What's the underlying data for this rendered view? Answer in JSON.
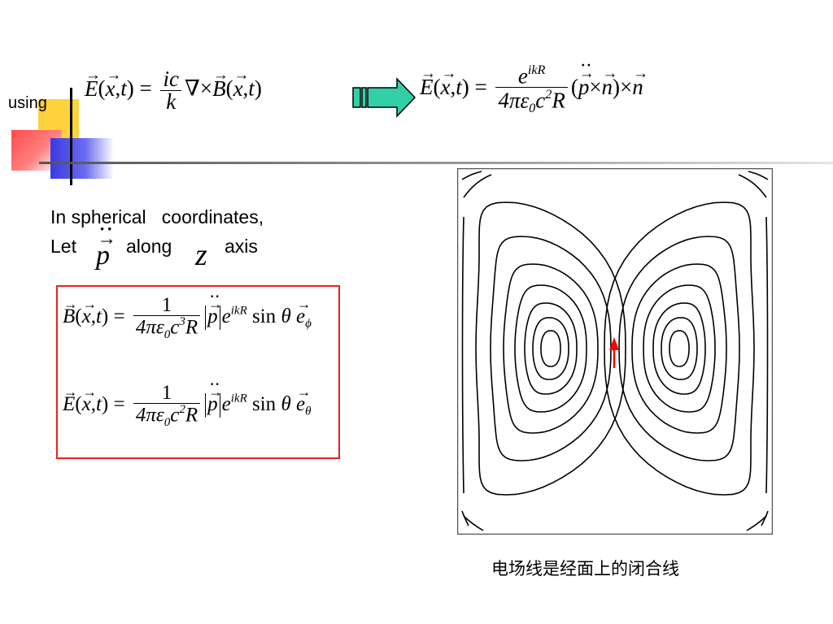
{
  "header": {
    "label": "using",
    "eq_left": {
      "E": "E",
      "x": "x",
      "t": "t",
      "num": "ic",
      "den": "k",
      "nabla": "∇",
      "times": "×",
      "B": "B"
    },
    "eq_right": {
      "E": "E",
      "x": "x",
      "t": "t",
      "num_base": "e",
      "num_sup": "ikR",
      "den_a": "4πε",
      "den_sub": "0",
      "den_b": "c",
      "den_sup": "2",
      "den_c": "R",
      "p": "p",
      "n": "n",
      "times": "×"
    }
  },
  "body": {
    "line1": "In spherical   coordinates,",
    "let": "Let",
    "p_symbol": "p",
    "along": "along",
    "z_symbol": "z",
    "axis": "axis"
  },
  "formula_box": {
    "b_eq": {
      "lhs": "B",
      "x": "x",
      "t": "t",
      "num": "1",
      "den_a": "4πε",
      "den_sub": "0",
      "den_b": "c",
      "den_sup": "3",
      "den_c": "R",
      "p": "p",
      "e": "e",
      "e_sup": "ikR",
      "sin": "sin",
      "theta": "θ",
      "evec": "e",
      "e_sub": "ϕ"
    },
    "e_eq": {
      "lhs": "E",
      "x": "x",
      "t": "t",
      "num": "1",
      "den_a": "4πε",
      "den_sub": "0",
      "den_b": "c",
      "den_sup": "2",
      "den_c": "R",
      "p": "p",
      "e": "e",
      "e_sup": "ikR",
      "sin": "sin",
      "theta": "θ",
      "evec": "e",
      "e_sub": "θ"
    }
  },
  "caption": "电场线是经面上的闭合线",
  "colors": {
    "box_border": "#e8221f",
    "arrow_fill": "#33d0a8",
    "dipole_arrow": "#ff0000",
    "deco_yellow": "#ffd23c",
    "deco_red": "#ff4a4a",
    "deco_blue": "#3b3be0"
  },
  "icons": {
    "implies_arrow": "right-arrow-icon",
    "dipole": "up-arrow-icon"
  }
}
